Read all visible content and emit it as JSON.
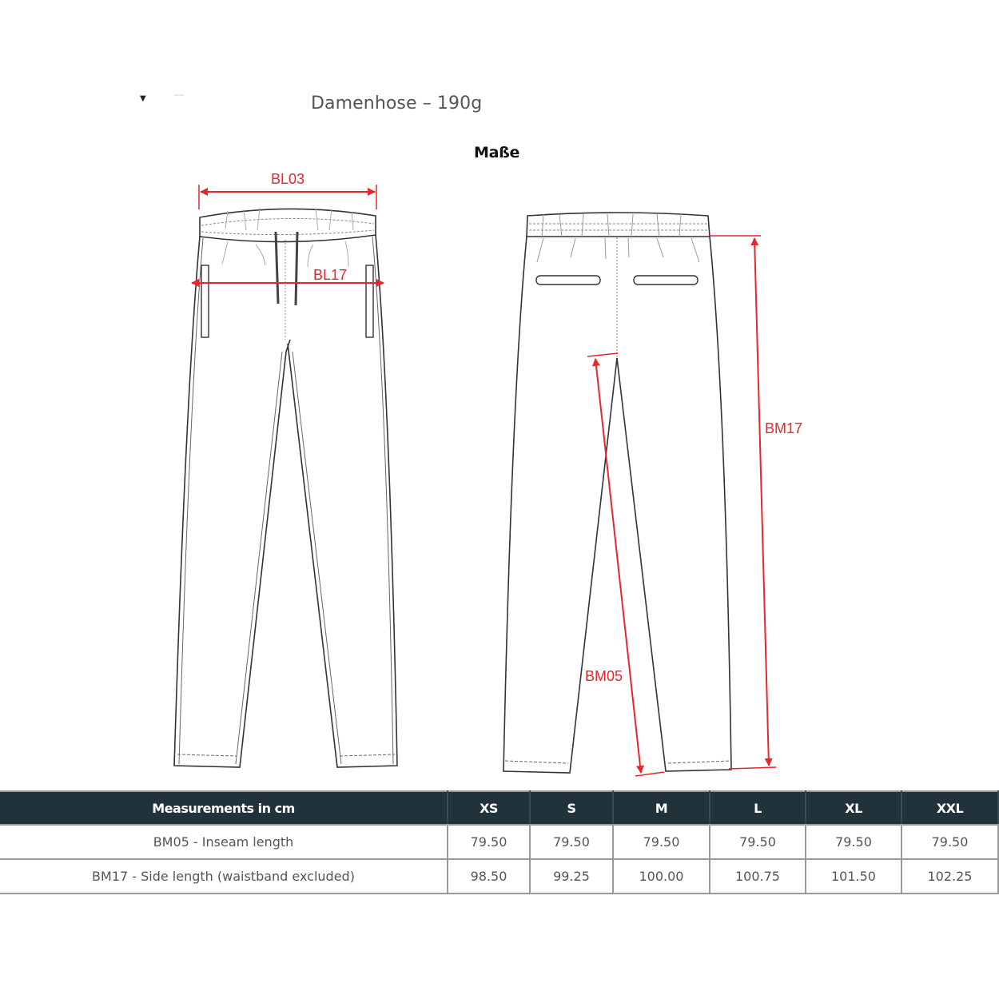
{
  "header": {
    "product_title": "Damenhose – 190g",
    "section_title": "Maße"
  },
  "diagram": {
    "labels": {
      "bl03": "BL03",
      "bl17": "BL17",
      "bm17": "BM17",
      "bm05": "BM05"
    },
    "colors": {
      "measure_line": "#e8262b",
      "outline": "#333333"
    }
  },
  "table": {
    "header_color": "#22323a",
    "columns": [
      "Measurements in cm",
      "XS",
      "S",
      "M",
      "L",
      "XL",
      "XXL"
    ],
    "rows": [
      {
        "label": "BM05 - Inseam length",
        "values": [
          "79.50",
          "79.50",
          "79.50",
          "79.50",
          "79.50",
          "79.50"
        ]
      },
      {
        "label": "BM17 - Side length (waistband excluded)",
        "values": [
          "98.50",
          "99.25",
          "100.00",
          "100.75",
          "101.50",
          "102.25"
        ]
      }
    ]
  }
}
